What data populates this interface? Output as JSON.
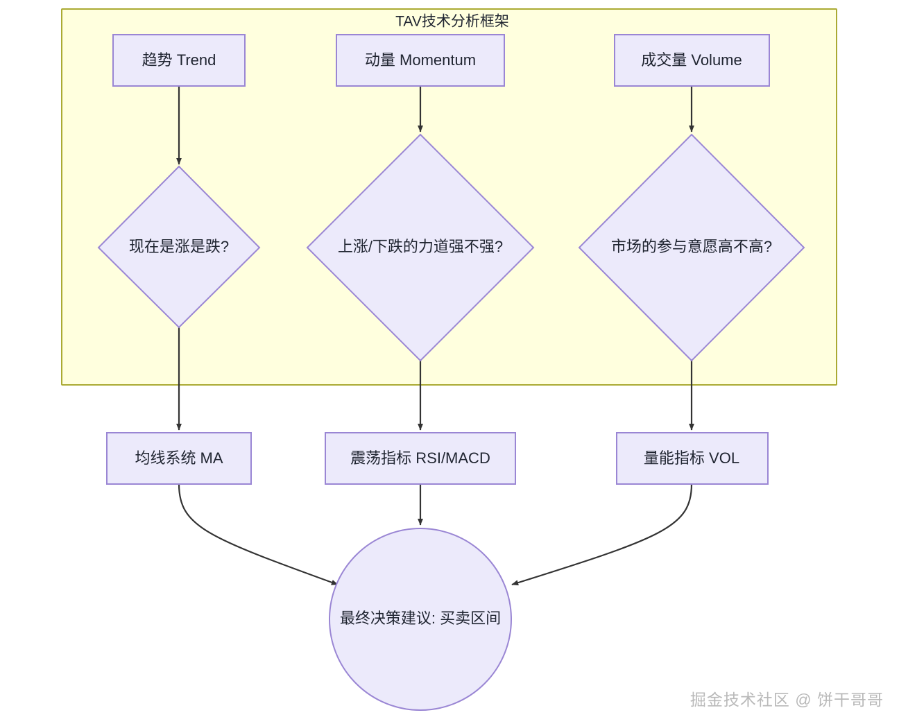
{
  "diagram": {
    "type": "flowchart",
    "title": "TAV技术分析框架",
    "background_color": "#ffffff",
    "cluster": {
      "label": "TAV技术分析框架",
      "fill": "#FFFFDE",
      "stroke": "#AAAA33"
    },
    "node_style": {
      "fill": "#ECEAFB",
      "stroke": "#9A86D4",
      "text_color": "#1f2430"
    },
    "edge_style": {
      "stroke": "#333333",
      "arrowhead": "filled-triangle"
    },
    "nodes": [
      {
        "id": "trend",
        "label": "趋势 Trend",
        "shape": "rect",
        "column": 1,
        "row": 1
      },
      {
        "id": "momentum",
        "label": "动量 Momentum",
        "shape": "rect",
        "column": 2,
        "row": 1
      },
      {
        "id": "volume",
        "label": "成交量 Volume",
        "shape": "rect",
        "column": 3,
        "row": 1
      },
      {
        "id": "q_trend",
        "label": "现在是涨是跌?",
        "shape": "diamond",
        "column": 1,
        "row": 2
      },
      {
        "id": "q_momentum",
        "label": "上涨/下跌的力道强不强?",
        "shape": "diamond",
        "column": 2,
        "row": 2
      },
      {
        "id": "q_volume",
        "label": "市场的参与意愿高不高?",
        "shape": "diamond",
        "column": 3,
        "row": 2
      },
      {
        "id": "ma",
        "label": "均线系统 MA",
        "shape": "rect",
        "column": 1,
        "row": 3
      },
      {
        "id": "rsi",
        "label": "震荡指标 RSI/MACD",
        "shape": "rect",
        "column": 2,
        "row": 3
      },
      {
        "id": "vol",
        "label": "量能指标 VOL",
        "shape": "rect",
        "column": 3,
        "row": 3
      },
      {
        "id": "decision",
        "label": "最终决策建议: 买卖区间",
        "shape": "circle",
        "column": 2,
        "row": 4
      }
    ],
    "edges": [
      {
        "from": "trend",
        "to": "q_trend",
        "style": "straight"
      },
      {
        "from": "momentum",
        "to": "q_momentum",
        "style": "straight"
      },
      {
        "from": "volume",
        "to": "q_volume",
        "style": "straight"
      },
      {
        "from": "q_trend",
        "to": "ma",
        "style": "straight"
      },
      {
        "from": "q_momentum",
        "to": "rsi",
        "style": "straight"
      },
      {
        "from": "q_volume",
        "to": "vol",
        "style": "straight"
      },
      {
        "from": "ma",
        "to": "decision",
        "style": "curved"
      },
      {
        "from": "rsi",
        "to": "decision",
        "style": "straight"
      },
      {
        "from": "vol",
        "to": "decision",
        "style": "curved"
      }
    ]
  },
  "watermark": {
    "text": "掘金技术社区 @ 饼干哥哥"
  }
}
